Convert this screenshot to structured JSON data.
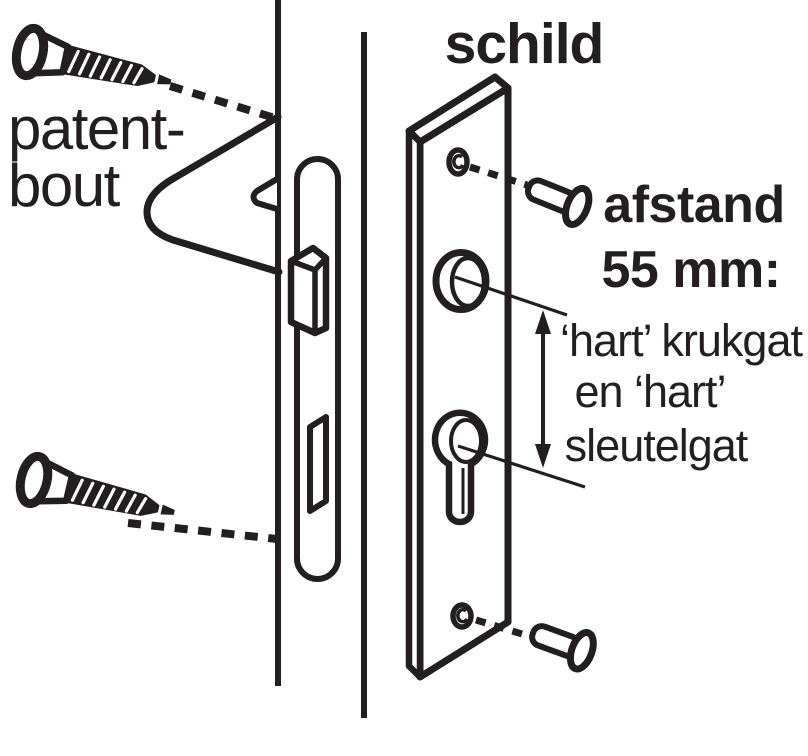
{
  "diagram": {
    "title": "schild",
    "background_color": "#ffffff",
    "ink_color": "#231f20",
    "labels": {
      "patentbout_line1": "patent-",
      "patentbout_line2": "bout",
      "schild": "schild",
      "afstand_line1": "afstand",
      "afstand_line2": "55 mm:",
      "hart_line1": "‘hart’ krukgat",
      "hart_line2": "en ‘hart’",
      "hart_line3": "sleutelgat"
    },
    "dimension": {
      "value": "55 mm",
      "from": "‘hart’ krukgat",
      "to": "‘hart’ sleutelgat"
    },
    "parts": [
      {
        "name": "patentbout",
        "description": "patent bolt screws with sleeve nuts"
      },
      {
        "name": "schild",
        "description": "escutcheon plate with screw holes, handle hole (krukgat) and cylinder keyhole (sleutelgat)"
      },
      {
        "name": "slot",
        "description": "mortise lock with faceplate, latch bolt and deadbolt slot in door edge"
      }
    ]
  }
}
